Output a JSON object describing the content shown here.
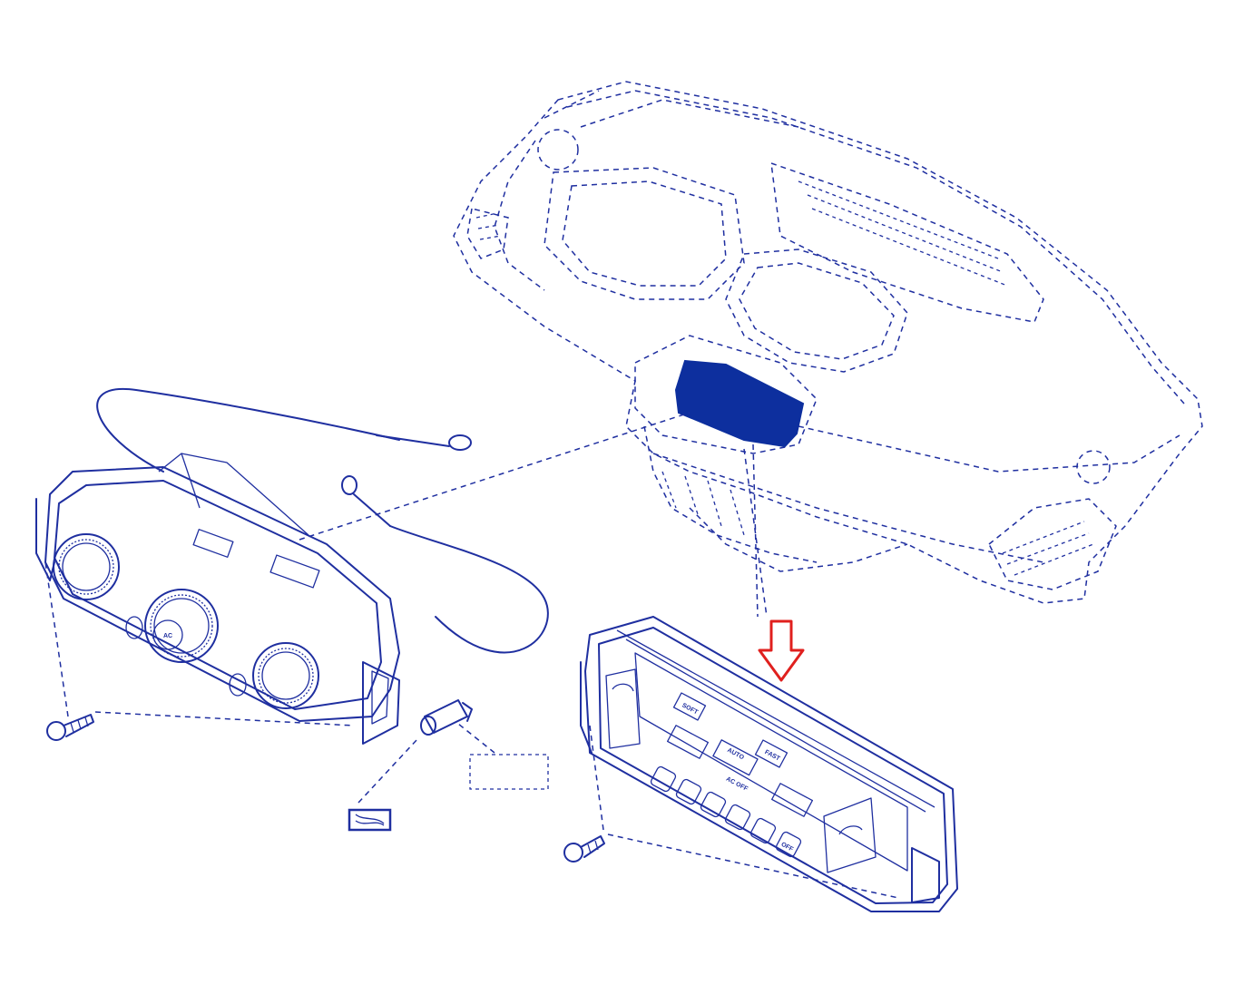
{
  "diagram": {
    "colors": {
      "line": "#1f2fa0",
      "fill": "#0d2f9e",
      "highlight_arrow": "#e0201e",
      "background": "#ffffff"
    },
    "automatic_panel": {
      "buttons": [
        "SOFT",
        "AUTO",
        "FAST",
        "AC OFF",
        "OFF"
      ]
    },
    "manual_panel": {
      "knob_labels": [
        "AC"
      ]
    }
  }
}
